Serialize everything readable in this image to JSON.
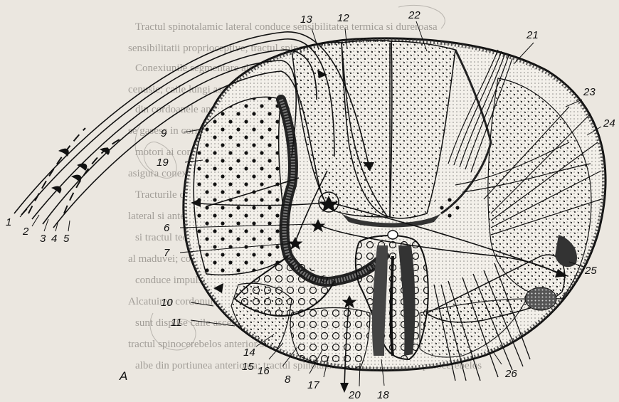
{
  "figure": {
    "panel_letter": "A",
    "labels": [
      "1",
      "2",
      "3",
      "4",
      "5",
      "6",
      "7",
      "8",
      "9",
      "10",
      "11",
      "12",
      "13",
      "14",
      "15",
      "16",
      "17",
      "18",
      "19",
      "20",
      "21",
      "22",
      "23",
      "24",
      "25",
      "26"
    ]
  },
  "background_text": {
    "lines": [
      "Tractul spinotalamic lateral conduce sensibilitatea termica si dureroasa",
      "sensibilitatii proprioceptive; tractul spinocerebelos posterior",
      "Conexiunile segmentare ale maduvei spinarii sunt asigurate de substanta",
      "cenusie; caile lungi ascendente si descendente ocupa substanta alba",
      "din cordoanele anterior, lateral si posterior; neuronii intercalari",
      "se gasesc in cornul posterior si transmit impulsurile spre neuronii",
      "motori ai cornului anterior; fasciculele proprii ale maduvei",
      "asigura conexiunile intersegmentare ale maduvei spinarii",
      "Tracturile descendente ale maduvei cuprind tractul corticospinal",
      "lateral si anterior, tractul rubrospinal, tractul vestibulospinal",
      "si tractul tectospinal care ocupa cordonul anterior si lateral",
      "al maduvei; componenta tractului spinocerebelos anterior",
      "conduce impulsurile proprioceptive spre cerebel",
      "Alcatuirea cordonului lateral si a cordonului anterior, in care",
      "sunt dispuse caile ascendente si descendente ale maduvei spinarii",
      "tractul spinocerebelos anterior si posterior, cordonul lateral al substantei",
      "albe din portiunea anterioara; tractul spinotalamic anterior, tractul spinocerebelos"
    ]
  },
  "colors": {
    "paper": "#ebe7e0",
    "ink": "#111111",
    "faint_text": "#8a8680"
  }
}
